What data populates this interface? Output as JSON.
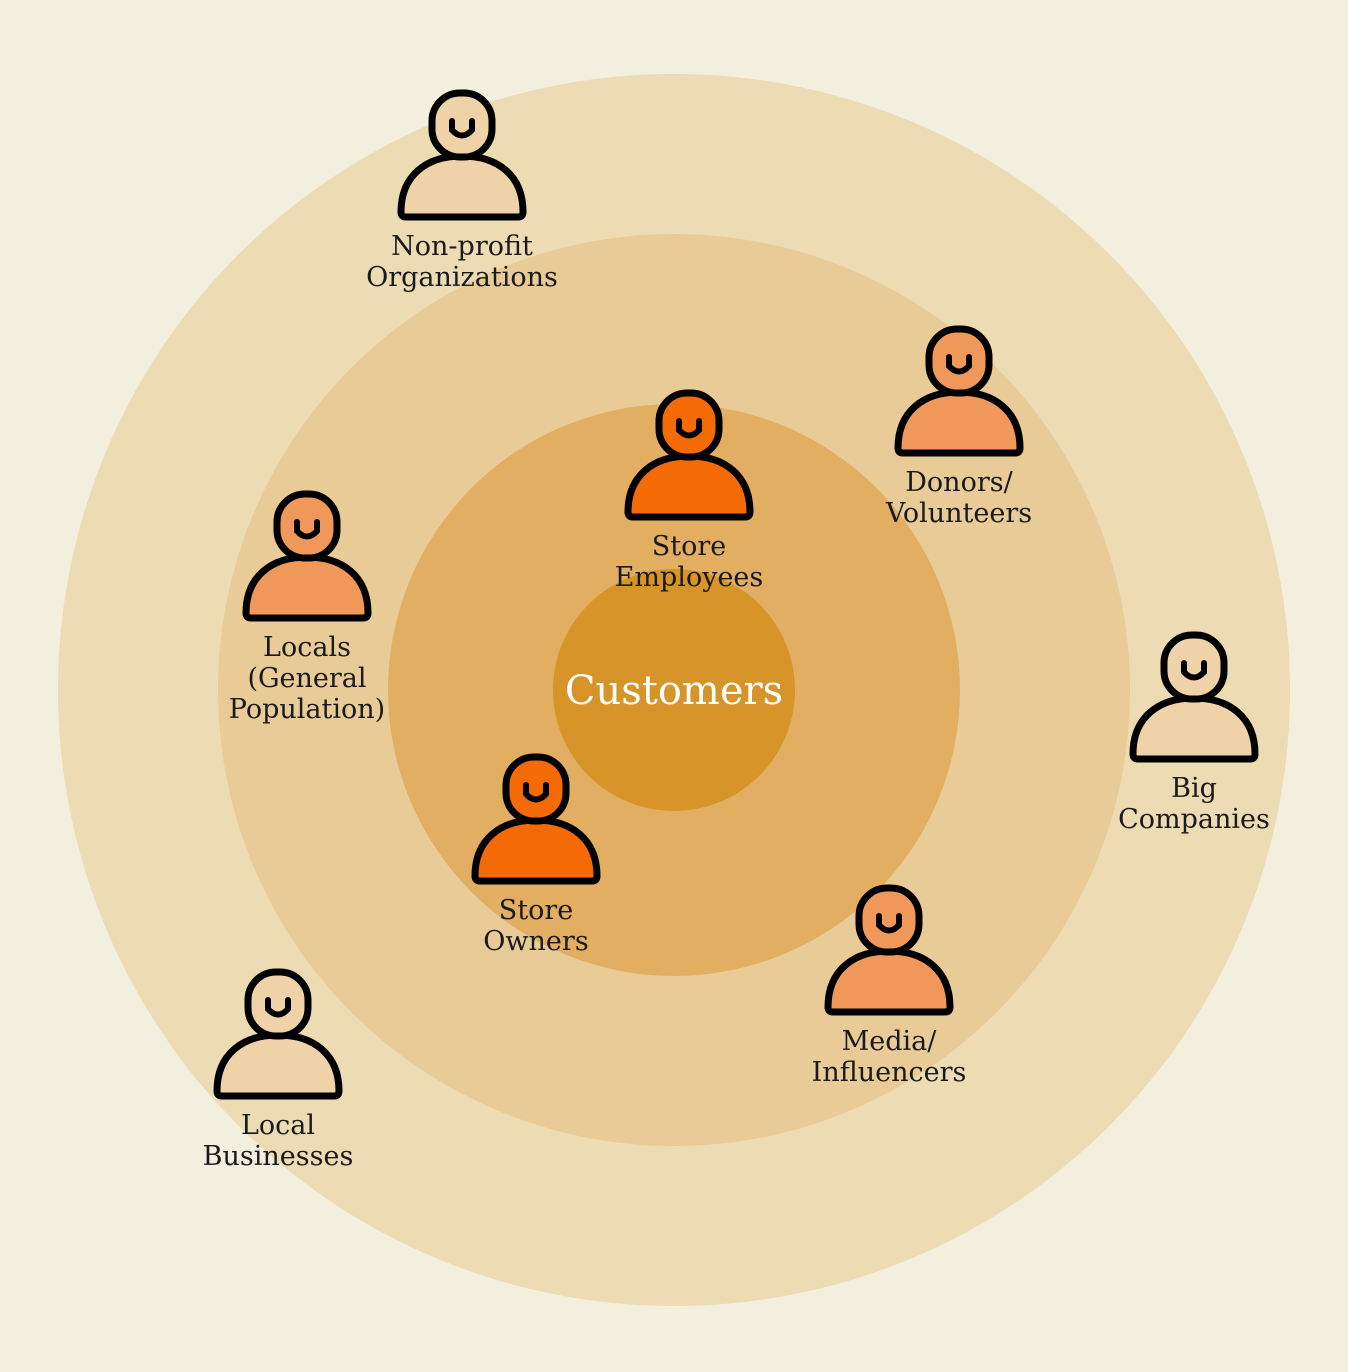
{
  "colors": {
    "background": "#f2efdf",
    "ring_outer": "#ecdbb3",
    "ring_middle": "#e8cb96",
    "ring_inner": "#e1ae62",
    "core": "#d69429",
    "figure_core": "#f46a04",
    "figure_mid": "#ef985a",
    "figure_outer": "#efd2a8",
    "outline": "#000000"
  },
  "center": {
    "label": "Customers"
  },
  "stakeholders": [
    {
      "id": "store-employees",
      "ring": "inner",
      "lines": [
        "Store",
        "Employees"
      ],
      "icon": "person-icon"
    },
    {
      "id": "store-owners",
      "ring": "inner",
      "lines": [
        "Store",
        "Owners"
      ],
      "icon": "person-icon"
    },
    {
      "id": "donors-volunteers",
      "ring": "middle",
      "lines": [
        "Donors/",
        "Volunteers"
      ],
      "icon": "person-icon"
    },
    {
      "id": "locals",
      "ring": "middle",
      "lines": [
        "Locals",
        "(General",
        "Population)"
      ],
      "icon": "person-icon"
    },
    {
      "id": "media-influencers",
      "ring": "middle",
      "lines": [
        "Media/",
        "Influencers"
      ],
      "icon": "person-icon"
    },
    {
      "id": "non-profit-organizations",
      "ring": "outer",
      "lines": [
        "Non-profit",
        "Organizations"
      ],
      "icon": "person-icon"
    },
    {
      "id": "big-companies",
      "ring": "outer",
      "lines": [
        "Big",
        "Companies"
      ],
      "icon": "person-icon"
    },
    {
      "id": "local-businesses",
      "ring": "outer",
      "lines": [
        "Local",
        "Businesses"
      ],
      "icon": "person-icon"
    }
  ]
}
